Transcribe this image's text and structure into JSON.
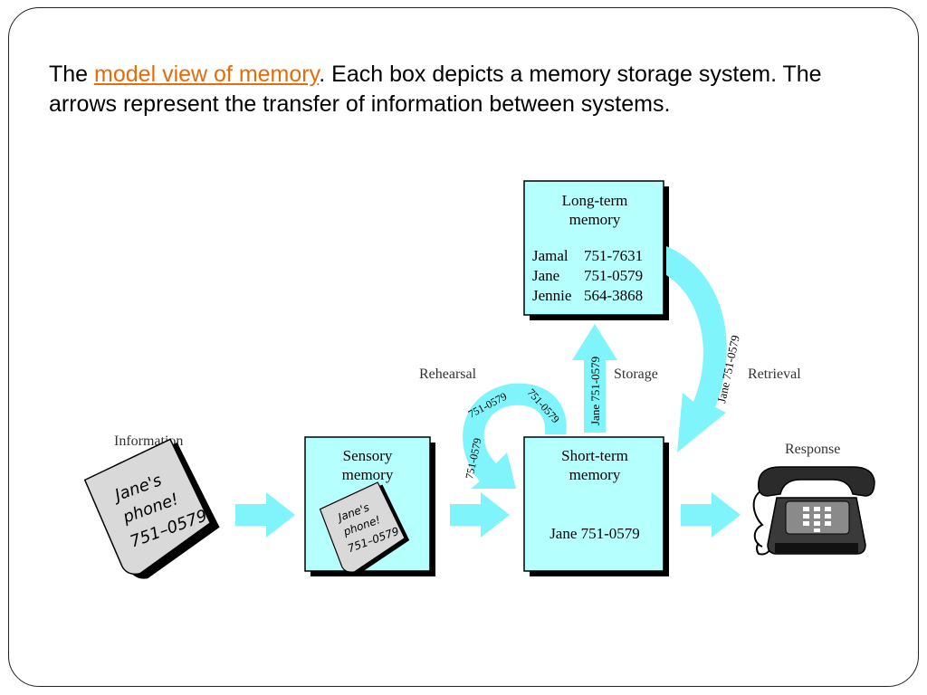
{
  "caption": {
    "prefix": "The ",
    "link_text": "model view of memory",
    "rest": ". Each box depicts a memory storage system. The arrows represent the transfer of information between systems."
  },
  "diagram": {
    "long_term": {
      "title_line1": "Long-term",
      "title_line2": "memory",
      "entries": [
        {
          "name": "Jamal",
          "number": "751-7631"
        },
        {
          "name": "Jane",
          "number": "751-0579"
        },
        {
          "name": "Jennie",
          "number": "564-3868"
        }
      ]
    },
    "sensory": {
      "title_line1": "Sensory",
      "title_line2": "memory"
    },
    "short_term": {
      "title_line1": "Short-term",
      "title_line2": "memory",
      "content": "Jane 751-0579"
    },
    "labels": {
      "information": "Information",
      "rehearsal": "Rehearsal",
      "storage": "Storage",
      "retrieval": "Retrieval",
      "response": "Response"
    },
    "note": {
      "line1": "Jane's",
      "line2": "phone!",
      "line3": "751–0579"
    },
    "arrow_text": {
      "rehearsal_left": "751-0579",
      "rehearsal_top": "751-0579",
      "rehearsal_right": "751-0579",
      "storage": "Jane 751-0579",
      "retrieval": "Jane  751-0579"
    },
    "colors": {
      "box_fill": "#b6ffff",
      "arrow_fill": "#7ff4fa",
      "link": "#e46c0a"
    }
  }
}
